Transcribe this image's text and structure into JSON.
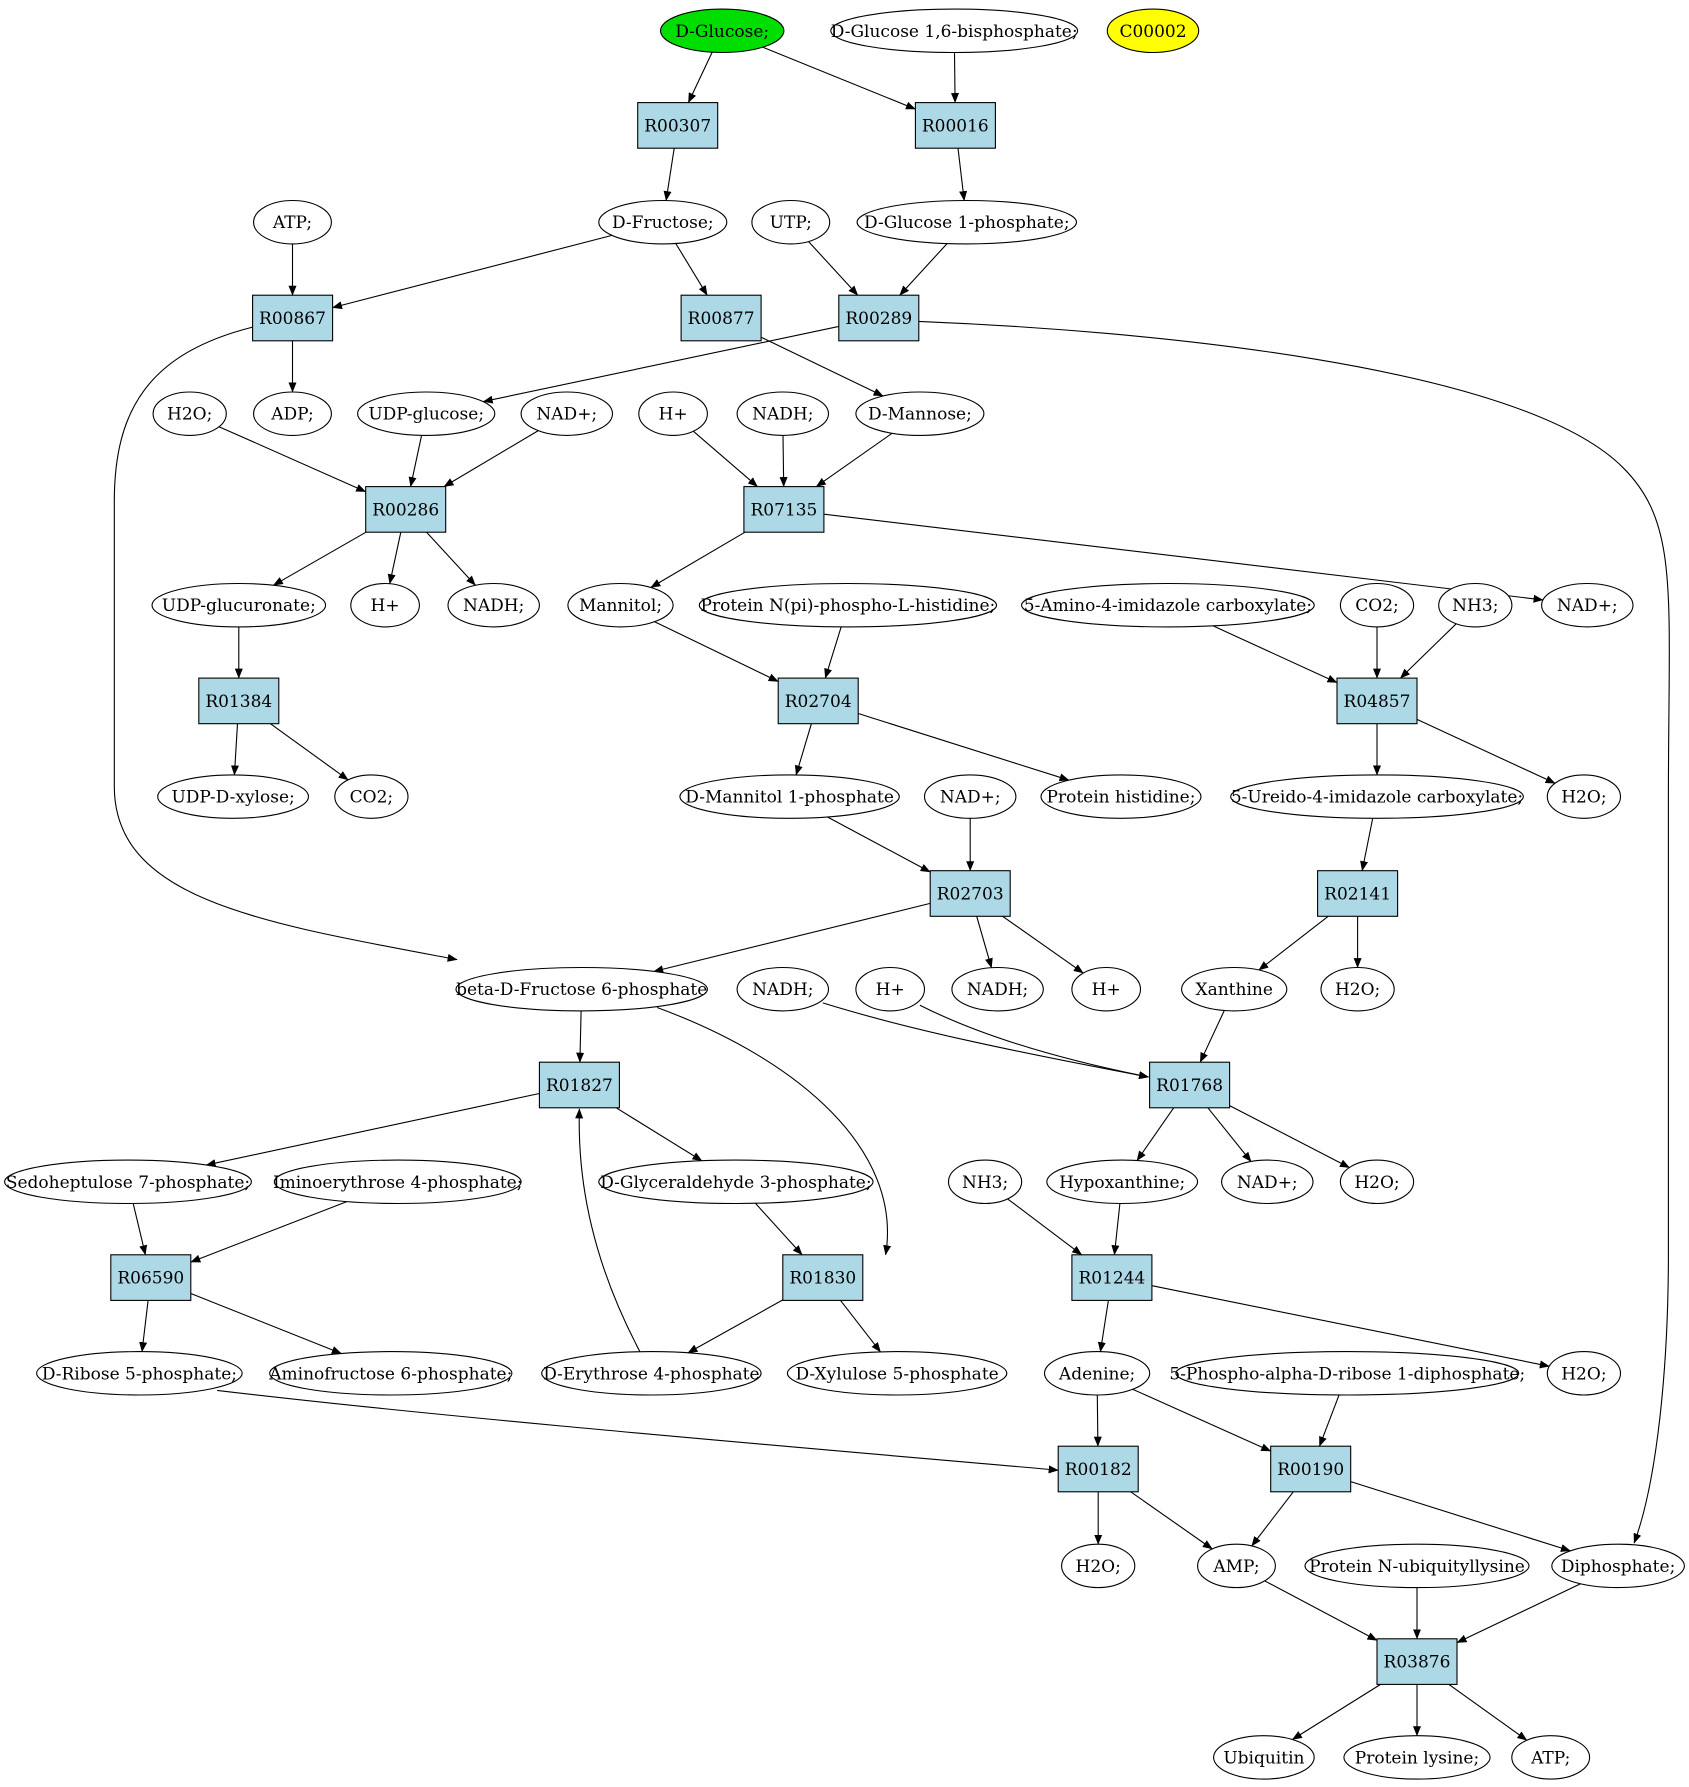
{
  "colors": {
    "start_compound": "#00dd00",
    "highlight_compound": "#ffff00",
    "reaction": "#add8e6",
    "compound": "#ffffff",
    "stroke": "#000000"
  },
  "nodes": {
    "glucose": {
      "label": "D-Glucose;",
      "kind": "start"
    },
    "g16bp": {
      "label": "D-Glucose 1,6-bisphosphate;",
      "kind": "compound"
    },
    "c00002": {
      "label": "C00002",
      "kind": "highlight"
    },
    "r00307": {
      "label": "R00307",
      "kind": "reaction"
    },
    "r00016": {
      "label": "R00016",
      "kind": "reaction"
    },
    "atp1": {
      "label": "ATP;",
      "kind": "compound"
    },
    "fructose": {
      "label": "D-Fructose;",
      "kind": "compound"
    },
    "utp": {
      "label": "UTP;",
      "kind": "compound"
    },
    "g1p": {
      "label": "D-Glucose 1-phosphate;",
      "kind": "compound"
    },
    "r00867": {
      "label": "R00867",
      "kind": "reaction"
    },
    "r00877": {
      "label": "R00877",
      "kind": "reaction"
    },
    "r00289": {
      "label": "R00289",
      "kind": "reaction"
    },
    "h2o1": {
      "label": "H2O;",
      "kind": "compound"
    },
    "adp": {
      "label": "ADP;",
      "kind": "compound"
    },
    "udpglc": {
      "label": "UDP-glucose;",
      "kind": "compound"
    },
    "nad1": {
      "label": "NAD+;",
      "kind": "compound"
    },
    "hplus1": {
      "label": "H+",
      "kind": "compound"
    },
    "nadh1": {
      "label": "NADH;",
      "kind": "compound"
    },
    "mannose": {
      "label": "D-Mannose;",
      "kind": "compound"
    },
    "r00286": {
      "label": "R00286",
      "kind": "reaction"
    },
    "r07135": {
      "label": "R07135",
      "kind": "reaction"
    },
    "udpglcua": {
      "label": "UDP-glucuronate;",
      "kind": "compound"
    },
    "hplus2": {
      "label": "H+",
      "kind": "compound"
    },
    "nadh2": {
      "label": "NADH;",
      "kind": "compound"
    },
    "mannitol": {
      "label": "Mannitol;",
      "kind": "compound"
    },
    "protnphis": {
      "label": "Protein N(pi)-phospho-L-histidine;",
      "kind": "compound"
    },
    "aica": {
      "label": "5-Amino-4-imidazole carboxylate;",
      "kind": "compound"
    },
    "co2a": {
      "label": "CO2;",
      "kind": "compound"
    },
    "nh3a": {
      "label": "NH3;",
      "kind": "compound"
    },
    "nad2": {
      "label": "NAD+;",
      "kind": "compound"
    },
    "r01384": {
      "label": "R01384",
      "kind": "reaction"
    },
    "r02704": {
      "label": "R02704",
      "kind": "reaction"
    },
    "r04857": {
      "label": "R04857",
      "kind": "reaction"
    },
    "udpxyl": {
      "label": "UDP-D-xylose;",
      "kind": "compound"
    },
    "co2b": {
      "label": "CO2;",
      "kind": "compound"
    },
    "mannitol1p": {
      "label": "D-Mannitol 1-phosphate",
      "kind": "compound"
    },
    "nad3": {
      "label": "NAD+;",
      "kind": "compound"
    },
    "prothis": {
      "label": "Protein histidine;",
      "kind": "compound"
    },
    "ureido": {
      "label": "5-Ureido-4-imidazole carboxylate;",
      "kind": "compound"
    },
    "h2o2": {
      "label": "H2O;",
      "kind": "compound"
    },
    "r02703": {
      "label": "R02703",
      "kind": "reaction"
    },
    "r02141": {
      "label": "R02141",
      "kind": "reaction"
    },
    "bf6p": {
      "label": "beta-D-Fructose 6-phosphate",
      "kind": "compound"
    },
    "nadh3": {
      "label": "NADH;",
      "kind": "compound"
    },
    "hplus3": {
      "label": "H+",
      "kind": "compound"
    },
    "nadh4": {
      "label": "NADH;",
      "kind": "compound"
    },
    "hplus4": {
      "label": "H+",
      "kind": "compound"
    },
    "xanthine": {
      "label": "Xanthine",
      "kind": "compound"
    },
    "h2o3": {
      "label": "H2O;",
      "kind": "compound"
    },
    "r01827": {
      "label": "R01827",
      "kind": "reaction"
    },
    "r01768": {
      "label": "R01768",
      "kind": "reaction"
    },
    "s7p": {
      "label": "Sedoheptulose 7-phosphate;",
      "kind": "compound"
    },
    "imino": {
      "label": "Iminoerythrose 4-phosphate;",
      "kind": "compound"
    },
    "g3p": {
      "label": "D-Glyceraldehyde 3-phosphate;",
      "kind": "compound"
    },
    "nh3b": {
      "label": "NH3;",
      "kind": "compound"
    },
    "hypox": {
      "label": "Hypoxanthine;",
      "kind": "compound"
    },
    "nad4": {
      "label": "NAD+;",
      "kind": "compound"
    },
    "h2o4": {
      "label": "H2O;",
      "kind": "compound"
    },
    "r06590": {
      "label": "R06590",
      "kind": "reaction"
    },
    "r01830": {
      "label": "R01830",
      "kind": "reaction"
    },
    "r01244": {
      "label": "R01244",
      "kind": "reaction"
    },
    "r5p": {
      "label": "D-Ribose 5-phosphate;",
      "kind": "compound"
    },
    "aminof6p": {
      "label": "Aminofructose 6-phosphate;",
      "kind": "compound"
    },
    "e4p": {
      "label": "D-Erythrose 4-phosphate",
      "kind": "compound"
    },
    "xu5p": {
      "label": "D-Xylulose 5-phosphate",
      "kind": "compound"
    },
    "adenine": {
      "label": "Adenine;",
      "kind": "compound"
    },
    "prpp": {
      "label": "5-Phospho-alpha-D-ribose 1-diphosphate;",
      "kind": "compound"
    },
    "h2o5": {
      "label": "H2O;",
      "kind": "compound"
    },
    "r00182": {
      "label": "R00182",
      "kind": "reaction"
    },
    "r00190": {
      "label": "R00190",
      "kind": "reaction"
    },
    "h2o6": {
      "label": "H2O;",
      "kind": "compound"
    },
    "amp": {
      "label": "AMP;",
      "kind": "compound"
    },
    "protubiq": {
      "label": "Protein N-ubiquityllysine",
      "kind": "compound"
    },
    "diphos": {
      "label": "Diphosphate;",
      "kind": "compound"
    },
    "r03876": {
      "label": "R03876",
      "kind": "reaction"
    },
    "ubiquitin": {
      "label": "Ubiquitin",
      "kind": "compound"
    },
    "protlys": {
      "label": "Protein lysine;",
      "kind": "compound"
    },
    "atp2": {
      "label": "ATP;",
      "kind": "compound"
    }
  },
  "edges": [
    [
      "glucose",
      "r00307"
    ],
    [
      "glucose",
      "r00016"
    ],
    [
      "g16bp",
      "r00016"
    ],
    [
      "r00307",
      "fructose"
    ],
    [
      "r00016",
      "g1p"
    ],
    [
      "atp1",
      "r00867"
    ],
    [
      "fructose",
      "r00867"
    ],
    [
      "fructose",
      "r00877"
    ],
    [
      "utp",
      "r00289"
    ],
    [
      "g1p",
      "r00289"
    ],
    [
      "r00867",
      "adp"
    ],
    [
      "r00867",
      "bf6p"
    ],
    [
      "r00877",
      "mannose"
    ],
    [
      "r00289",
      "udpglc"
    ],
    [
      "r00289",
      "diphos"
    ],
    [
      "h2o1",
      "r00286"
    ],
    [
      "udpglc",
      "r00286"
    ],
    [
      "nad1",
      "r00286"
    ],
    [
      "hplus1",
      "r07135"
    ],
    [
      "nadh1",
      "r07135"
    ],
    [
      "mannose",
      "r07135"
    ],
    [
      "r00286",
      "udpglcua"
    ],
    [
      "r00286",
      "hplus2"
    ],
    [
      "r00286",
      "nadh2"
    ],
    [
      "r07135",
      "mannitol"
    ],
    [
      "r07135",
      "nad2"
    ],
    [
      "udpglcua",
      "r01384"
    ],
    [
      "r01384",
      "udpxyl"
    ],
    [
      "r01384",
      "co2b"
    ],
    [
      "mannitol",
      "r02704"
    ],
    [
      "protnphis",
      "r02704"
    ],
    [
      "r02704",
      "mannitol1p"
    ],
    [
      "r02704",
      "prothis"
    ],
    [
      "aica",
      "r04857"
    ],
    [
      "co2a",
      "r04857"
    ],
    [
      "nh3a",
      "r04857"
    ],
    [
      "r04857",
      "ureido"
    ],
    [
      "r04857",
      "h2o2"
    ],
    [
      "mannitol1p",
      "r02703"
    ],
    [
      "nad3",
      "r02703"
    ],
    [
      "r02703",
      "bf6p"
    ],
    [
      "r02703",
      "nadh4"
    ],
    [
      "r02703",
      "hplus4"
    ],
    [
      "ureido",
      "r02141"
    ],
    [
      "r02141",
      "xanthine"
    ],
    [
      "r02141",
      "h2o3"
    ],
    [
      "bf6p",
      "r01827"
    ],
    [
      "bf6p",
      "r01830"
    ],
    [
      "nadh3",
      "r01768"
    ],
    [
      "hplus3",
      "r01768"
    ],
    [
      "xanthine",
      "r01768"
    ],
    [
      "r01827",
      "s7p"
    ],
    [
      "r01827",
      "g3p"
    ],
    [
      "e4p",
      "r01827"
    ],
    [
      "r01768",
      "hypox"
    ],
    [
      "r01768",
      "nad4"
    ],
    [
      "r01768",
      "h2o4"
    ],
    [
      "s7p",
      "r06590"
    ],
    [
      "imino",
      "r06590"
    ],
    [
      "r06590",
      "r5p"
    ],
    [
      "r06590",
      "aminof6p"
    ],
    [
      "g3p",
      "r01830"
    ],
    [
      "r01830",
      "e4p"
    ],
    [
      "r01830",
      "xu5p"
    ],
    [
      "nh3b",
      "r01244"
    ],
    [
      "hypox",
      "r01244"
    ],
    [
      "r01244",
      "adenine"
    ],
    [
      "r01244",
      "h2o5"
    ],
    [
      "r5p",
      "r00182"
    ],
    [
      "adenine",
      "r00182"
    ],
    [
      "adenine",
      "r00190"
    ],
    [
      "prpp",
      "r00190"
    ],
    [
      "r00182",
      "h2o6"
    ],
    [
      "r00182",
      "amp"
    ],
    [
      "r00190",
      "amp"
    ],
    [
      "r00190",
      "diphos"
    ],
    [
      "amp",
      "r03876"
    ],
    [
      "protubiq",
      "r03876"
    ],
    [
      "diphos",
      "r03876"
    ],
    [
      "r03876",
      "ubiquitin"
    ],
    [
      "r03876",
      "protlys"
    ],
    [
      "r03876",
      "atp2"
    ]
  ]
}
